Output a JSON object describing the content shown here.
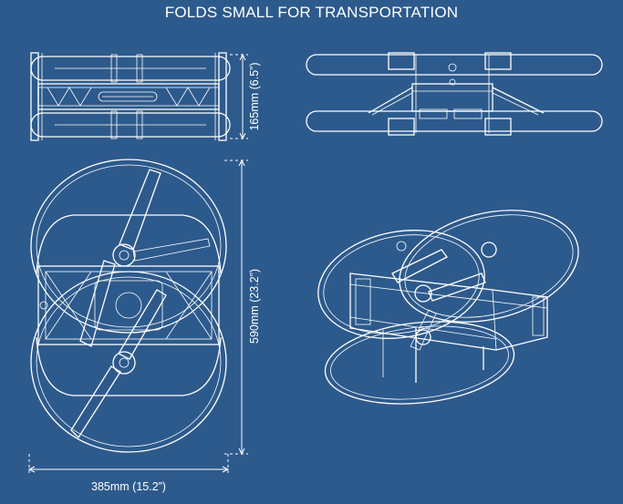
{
  "title": "FOLDS SMALL FOR TRANSPORTATION",
  "dimensions": {
    "height": "165mm (6.5”)",
    "length": "590mm (23.2”)",
    "width": "385mm (15.2”)"
  },
  "views": [
    "side-view",
    "front-view",
    "top-view",
    "isometric-view"
  ],
  "colors": {
    "background": "#2d5a8c",
    "lines": "#ffffff"
  }
}
